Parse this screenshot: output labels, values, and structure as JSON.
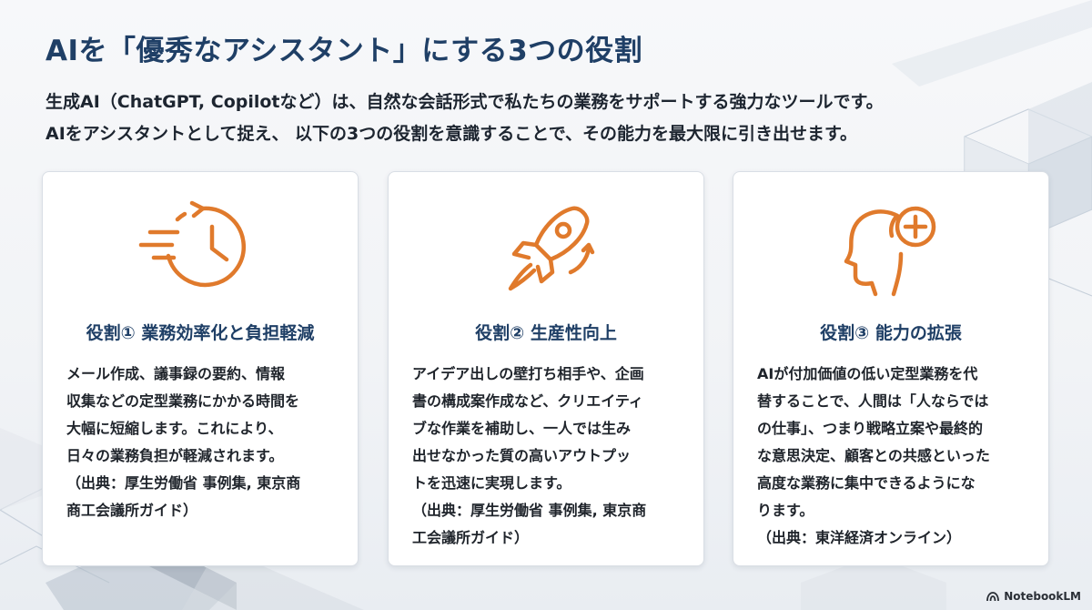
{
  "title": "AIを「優秀なアシスタント」にする3つの役割",
  "intro": {
    "line1": "生成AI（ChatGPT, Copilotなど）は、自然な会話形式で私たちの業務をサポートする強力なツールです。",
    "line2": "AIをアシスタントとして捉え、 以下の3つの役割を意識することで、その能力を最大限に引き出せます。"
  },
  "accent_color": "#e07a2c",
  "title_color": "#1f3f66",
  "cards": [
    {
      "icon": "clock-speed-icon",
      "title": "役割① 業務効率化と負担軽減",
      "body": [
        "メール作成、議事録の要約、情報",
        "収集などの定型業務にかかる時間を",
        "大幅に短縮します。これにより、",
        "日々の業務負担が軽減されます。"
      ],
      "source": [
        "（出典：厚生労働省 事例集, 東京商",
        "商工会議所ガイド）"
      ]
    },
    {
      "icon": "rocket-icon",
      "title": "役割② 生産性向上",
      "body": [
        "アイデア出しの壁打ち相手や、企画",
        "書の構成案作成など、クリエイティ",
        "ブな作業を補助し、一人では生み",
        "出せなかった質の高いアウトプッ",
        "トを迅速に実現します。"
      ],
      "source": [
        "（出典：厚生労働省 事例集, 東京商",
        "工会議所ガイド）"
      ]
    },
    {
      "icon": "head-plus-icon",
      "title": "役割③ 能力の拡張",
      "body": [
        "AIが付加価値の低い定型業務を代",
        "替することで、人間は「人ならでは",
        "の仕事」、つまり戦略立案や最終的",
        "な意思決定、顧客との共感といった",
        "高度な業務に集中できるようにな",
        "ります。"
      ],
      "source": [
        "（出典：東洋経済オンライン）"
      ]
    }
  ],
  "brand": "NotebookLM"
}
